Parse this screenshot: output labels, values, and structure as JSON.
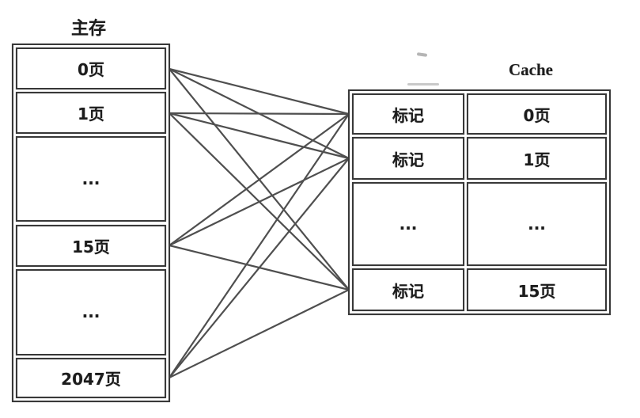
{
  "figure": {
    "description": "fully-associative cache mapping diagram",
    "main_memory": {
      "title": "主存",
      "rows": [
        {
          "label": "0页"
        },
        {
          "label": "1页"
        },
        {
          "label": "..."
        },
        {
          "label": "15页"
        },
        {
          "label": "..."
        },
        {
          "label": "2047页"
        }
      ]
    },
    "cache": {
      "title": "Cache",
      "rows": [
        {
          "tag": "标记",
          "page": "0页"
        },
        {
          "tag": "标记",
          "page": "1页"
        },
        {
          "tag": "...",
          "page": "..."
        },
        {
          "tag": "标记",
          "page": "15页"
        }
      ]
    },
    "connections": [
      {
        "from": 0,
        "to": 0
      },
      {
        "from": 0,
        "to": 1
      },
      {
        "from": 0,
        "to": 3
      },
      {
        "from": 1,
        "to": 0
      },
      {
        "from": 1,
        "to": 1
      },
      {
        "from": 1,
        "to": 3
      },
      {
        "from": 3,
        "to": 0
      },
      {
        "from": 3,
        "to": 1
      },
      {
        "from": 3,
        "to": 3
      },
      {
        "from": 5,
        "to": 0
      },
      {
        "from": 5,
        "to": 1
      },
      {
        "from": 5,
        "to": 3
      }
    ],
    "colors": {
      "line": "#4f4f4f",
      "border": "#383838",
      "text": "#1c1c1c",
      "background": "#ffffff"
    }
  }
}
